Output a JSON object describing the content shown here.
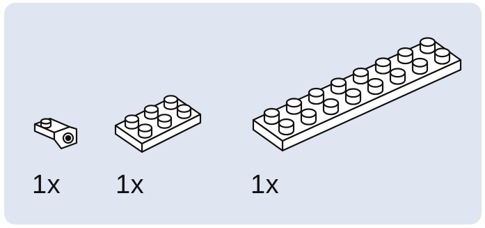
{
  "panel": {
    "background": "#dfe5f1"
  },
  "parts": [
    {
      "name": "bracket-1x1-icon",
      "quantity": "1x"
    },
    {
      "name": "plate-2x3-icon",
      "quantity": "1x"
    },
    {
      "name": "plate-2x8-icon",
      "quantity": "1x"
    }
  ]
}
